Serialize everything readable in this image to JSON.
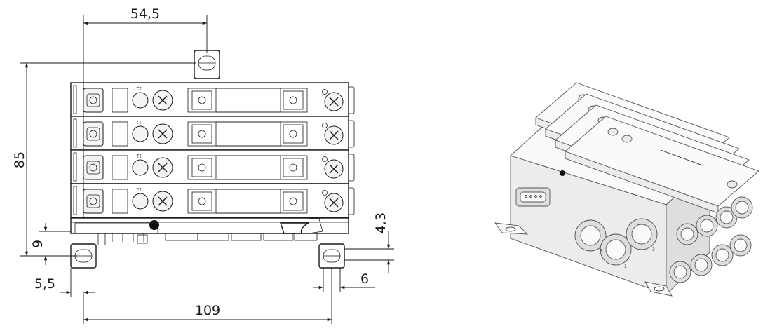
{
  "drawing": {
    "dimensions": {
      "mount_hole_offset": "54,5",
      "overall_height": "85",
      "foot_height": "9",
      "foot_inset": "5,5",
      "hole_spacing": "109",
      "slot_width": "6",
      "plate_thickness": "4,3"
    },
    "port_label": "12",
    "iso_port_labels": [
      "5",
      "1",
      "3"
    ]
  },
  "colors": {
    "line": "#1a1a1a",
    "paper": "#ffffff",
    "iso_stroke": "#555555"
  }
}
